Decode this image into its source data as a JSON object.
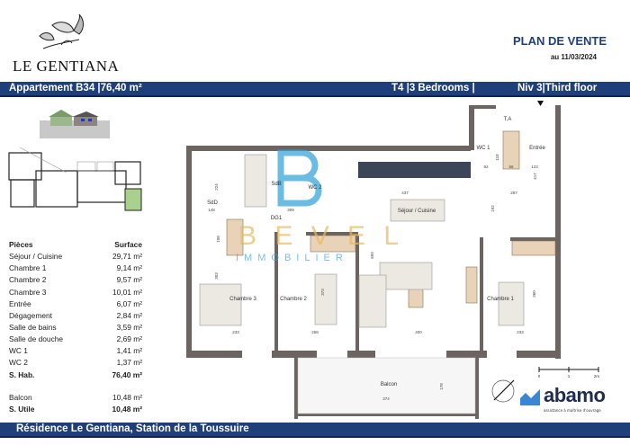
{
  "header": {
    "brand": "LE GENTIANA",
    "plan_title": "PLAN DE VENTE",
    "plan_date": "au 11/03/2024"
  },
  "info_band": {
    "apartment": "Appartement  B34 |76,40 m²",
    "type": "T4 |3 Bedrooms |",
    "level": "Niv 3|Third floor"
  },
  "legend": {
    "col_rooms": "Pièces",
    "col_surface": "Surface",
    "rows": [
      {
        "room": "Séjour / Cuisine",
        "surface": "29,71 m²"
      },
      {
        "room": "Chambre 1",
        "surface": "9,14 m²"
      },
      {
        "room": "Chambre 2",
        "surface": "9,57 m²"
      },
      {
        "room": "Chambre 3",
        "surface": "10,01 m²"
      },
      {
        "room": "Entrée",
        "surface": "6,07 m²"
      },
      {
        "room": "Dégagement",
        "surface": "2,84 m²"
      },
      {
        "room": "Salle de bains",
        "surface": "3,59 m²"
      },
      {
        "room": "Salle de douche",
        "surface": "2,69 m²"
      },
      {
        "room": "WC 1",
        "surface": "1,41 m²"
      },
      {
        "room": "WC 2",
        "surface": "1,37 m²"
      }
    ],
    "total_hab": {
      "label": "S. Hab.",
      "value": "76,40 m²"
    },
    "balcon": {
      "label": "Balcon",
      "value": "10,48 m²"
    },
    "total_utile": {
      "label": "S. Utile",
      "value": "10,48 m²"
    }
  },
  "plan": {
    "rooms": {
      "sejour": "Séjour / Cuisine",
      "chambre1": "Chambre 1",
      "chambre2": "Chambre 2",
      "chambre3": "Chambre 3",
      "entree": "Entrée",
      "wc1": "WC 1",
      "wc2": "WC 2",
      "sdd": "SdD",
      "sdb": "SdB",
      "dg1": "DG1",
      "balcon": "Balcon",
      "ta": "T.A"
    },
    "dimensions": {
      "d437": "437",
      "d287": "287",
      "d192": "192",
      "d148": "148",
      "d309": "309",
      "d92": "92",
      "d56": "56",
      "d123": "123",
      "d417": "417",
      "d650": "650",
      "d303": "303",
      "d373": "373",
      "d360": "360",
      "d233a": "233",
      "d258": "258",
      "d400": "400",
      "d233b": "233",
      "d374": "374",
      "d178": "178",
      "d224": "224",
      "d108": "108",
      "d118": "118"
    }
  },
  "scale": {
    "t0": "0",
    "t1": "1",
    "t2": "2m"
  },
  "watermark": {
    "brand": "B E V E L",
    "sub": "IMMOBILIER"
  },
  "partner": {
    "name": "abamo",
    "tagline": "assistance à maîtrise d'ouvrage"
  },
  "footer": {
    "address": "Résidence Le Gentiana, Station de la Toussuire"
  },
  "colors": {
    "band": "#1f3f7a",
    "wall": "#6b6461",
    "wood": "#e8d3b8",
    "highlight": "#a9d18e"
  }
}
